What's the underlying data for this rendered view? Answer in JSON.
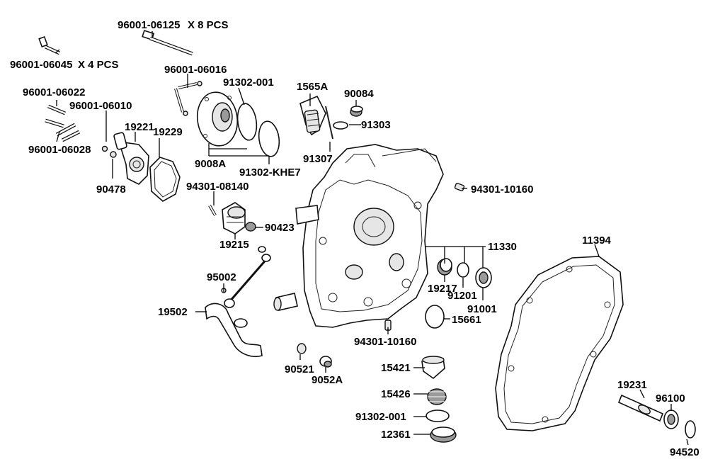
{
  "labels": {
    "l96001_06125": "96001-06125",
    "x8pcs": "X 8 PCS",
    "l96001_06045": "96001-06045",
    "x4pcs": "X 4 PCS",
    "l96001_06016": "96001-06016",
    "l91302_001_top": "91302-001",
    "l1565A": "1565A",
    "l90084": "90084",
    "l91303": "91303",
    "l96001_06022": "96001-06022",
    "l96001_06010": "96001-06010",
    "l19221": "19221",
    "l19229": "19229",
    "l96001_06028": "96001-06028",
    "l9008A": "9008A",
    "l91302_KHE7": "91302-KHE7",
    "l91307": "91307",
    "l90478": "90478",
    "l94301_08140": "94301-08140",
    "l94301_10160_top": "94301-10160",
    "l90423": "90423",
    "l19215": "19215",
    "l11394": "11394",
    "l11330": "11330",
    "l95002": "95002",
    "l19217": "19217",
    "l91201": "91201",
    "l91001": "91001",
    "l19502": "19502",
    "l15661": "15661",
    "l94301_10160_bot": "94301-10160",
    "l15421": "15421",
    "l90521": "90521",
    "l9052A": "9052A",
    "l15426": "15426",
    "l19231": "19231",
    "l96100": "96100",
    "l91302_001_bot": "91302-001",
    "l12361": "12361",
    "l94520": "94520"
  }
}
